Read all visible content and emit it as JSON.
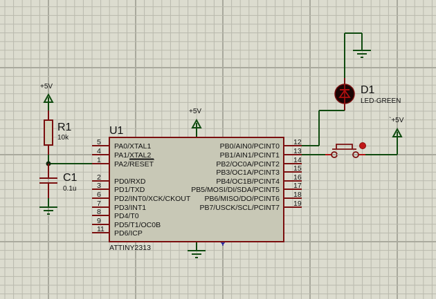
{
  "colors": {
    "background": "#dcdccf",
    "grid_minor": "#b9b9ad",
    "grid_major": "#a9a99d",
    "wire": "#0f4a0f",
    "component_outline": "#7a0e0e",
    "chip_fill": "#c8c8b6",
    "led_fill": "#1a0505",
    "led_glyph": "#b01010"
  },
  "power_symbols": [
    {
      "id": "pwr-r1",
      "label": "+5V"
    },
    {
      "id": "pwr-u1",
      "label": "+5V"
    },
    {
      "id": "pwr-btn",
      "label": "`+5V"
    }
  ],
  "components": {
    "r1": {
      "ref": "R1",
      "value": "10k"
    },
    "c1": {
      "ref": "C1",
      "value": "0.1u"
    },
    "d1": {
      "ref": "D1",
      "value": "LED-GREEN"
    },
    "u1": {
      "ref": "U1",
      "part": "ATTINY2313",
      "left_pins": [
        {
          "num": "5",
          "name": "PA0/XTAL1"
        },
        {
          "num": "4",
          "name": "PA1/XTAL2"
        },
        {
          "num": "1",
          "name": "PA2/RESET"
        },
        {
          "num": "2",
          "name": "PD0/RXD"
        },
        {
          "num": "3",
          "name": "PD1/TXD"
        },
        {
          "num": "6",
          "name": "PD2/INT0/XCK/CKOUT"
        },
        {
          "num": "7",
          "name": "PD3/INT1"
        },
        {
          "num": "8",
          "name": "PD4/T0"
        },
        {
          "num": "9",
          "name": "PD5/T1/OC0B"
        },
        {
          "num": "11",
          "name": "PD6/ICP"
        }
      ],
      "right_pins": [
        {
          "num": "12",
          "name": "PB0/AIN0/PCINT0"
        },
        {
          "num": "13",
          "name": "PB1/AIN1/PCINT1"
        },
        {
          "num": "14",
          "name": "PB2/OC0A/PCINT2"
        },
        {
          "num": "15",
          "name": "PB3/OC1A/PCINT3"
        },
        {
          "num": "16",
          "name": "PB4/OC1B/PCINT4"
        },
        {
          "num": "17",
          "name": "PB5/MOSI/DI/SDA/PCINT5"
        },
        {
          "num": "18",
          "name": "PB6/MISO/DO/PCINT6"
        },
        {
          "num": "19",
          "name": "PB7/USCK/SCL/PCINT7"
        }
      ]
    },
    "sw1": {
      "ref": ""
    }
  }
}
